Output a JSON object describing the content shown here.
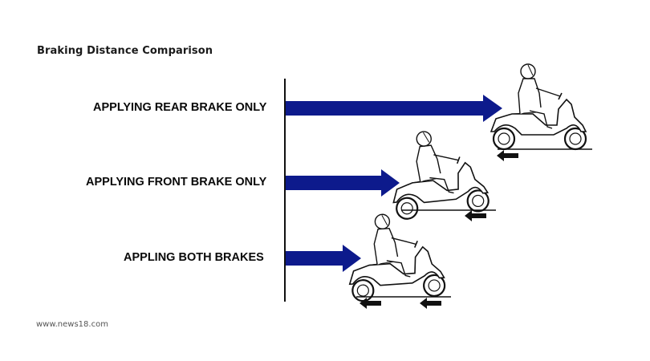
{
  "title": "Braking Distance Comparison",
  "rows": [
    {
      "label": "APPLYING REAR BRAKE ONLY"
    },
    {
      "label": "APPLYING FRONT BRAKE ONLY"
    },
    {
      "label": "APPLING BOTH BRAKES"
    }
  ],
  "source": "www.news18.com",
  "colors": {
    "arrow": "#0d1a8c",
    "line": "#111111"
  },
  "icons": [
    "scooter-rider-icon",
    "skid-arrow-icon"
  ]
}
